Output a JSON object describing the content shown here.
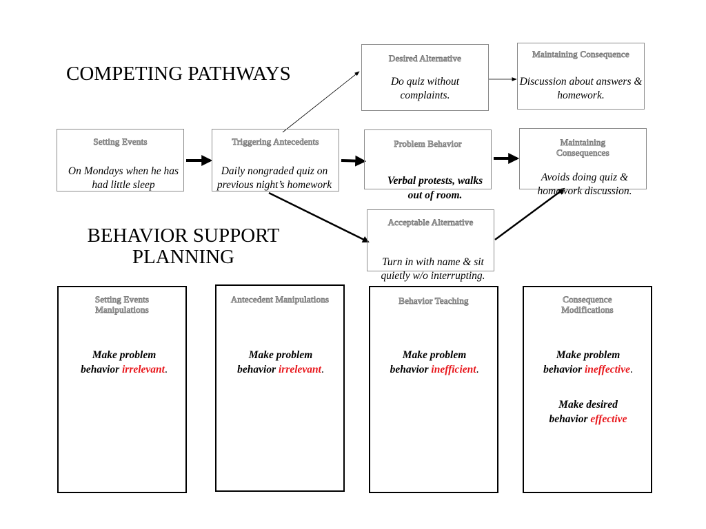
{
  "titles": {
    "competing": "COMPETING PATHWAYS",
    "support_line1": "BEHAVIOR SUPPORT",
    "support_line2": "PLANNING"
  },
  "pathway": {
    "setting_events": {
      "header": "Setting Events",
      "text": "On Mondays when he has had little sleep"
    },
    "triggering_antecedents": {
      "header": "Triggering Antecedents",
      "text": "Daily nongraded quiz on previous night’s homework"
    },
    "desired_alternative": {
      "header": "Desired Alternative",
      "text": "Do quiz without complaints."
    },
    "maintaining_consequence_top": {
      "header": "Maintaining Consequence",
      "text": "Discussion about answers & homework."
    },
    "problem_behavior": {
      "header": "Problem Behavior",
      "text": "Verbal protests, walks out of room."
    },
    "maintaining_consequences_mid": {
      "header": "Maintaining Consequences",
      "text": "Avoids doing quiz & homework discussion."
    },
    "acceptable_alternative": {
      "header": "Acceptable Alternative",
      "text": "Turn in with name & sit quietly w/o interrupting."
    }
  },
  "planning": {
    "setting_events_manipulations": {
      "header": "Setting Events Manipulations",
      "line1": "Make problem",
      "line2_prefix": "behavior ",
      "line2_em": "irrelevant",
      "line2_suffix": "."
    },
    "antecedent_manipulations": {
      "header": "Antecedent Manipulations",
      "line1": "Make problem",
      "line2_prefix": "behavior ",
      "line2_em": "irrelevant",
      "line2_suffix": "."
    },
    "behavior_teaching": {
      "header": "Behavior Teaching",
      "line1": "Make problem",
      "line2_prefix": "behavior ",
      "line2_em": "inefficient",
      "line2_suffix": "."
    },
    "consequence_modifications": {
      "header": "Consequence Modifications",
      "line1": "Make problem",
      "line2_prefix": "behavior ",
      "line2_em": "ineffective",
      "line2_suffix": ".",
      "line3": "Make desired",
      "line4_prefix": "behavior ",
      "line4_em": "effective"
    }
  },
  "colors": {
    "emphasis": "#e8161b",
    "header_outline": "#7a7a7a",
    "box_border": "#8a8a8a"
  }
}
